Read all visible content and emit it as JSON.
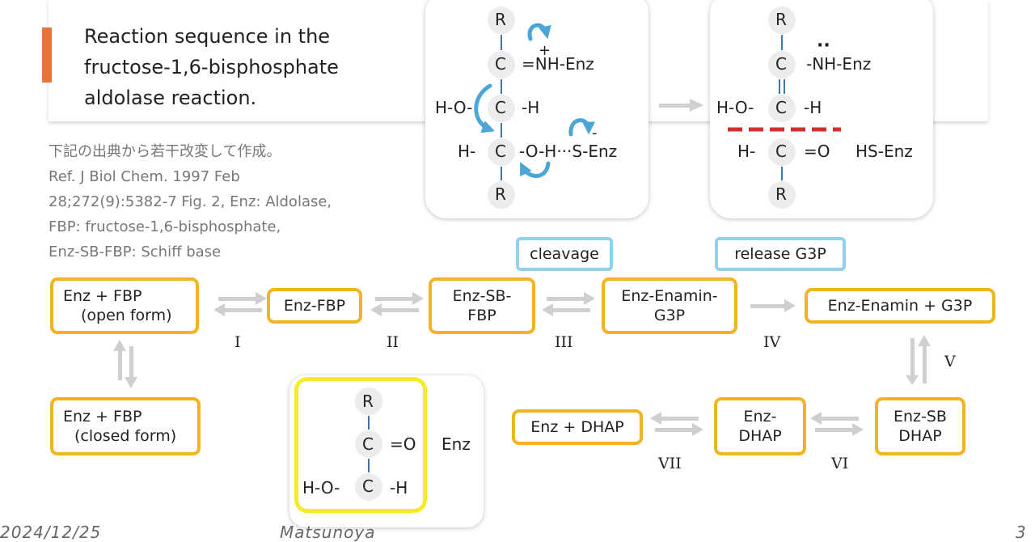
{
  "title": {
    "line1": "Reaction sequence in the",
    "line2": "fructose-1,6-bisphosphate",
    "line3": "aldolase reaction."
  },
  "reference": {
    "line1": "下記の出典から若干改変して作成。",
    "line2": "Ref. J Biol Chem. 1997 Feb",
    "line3": "28;272(9):5382-7 Fig. 2, Enz: Aldolase,",
    "line4": "FBP: fructose-1,6-bisphosphate,",
    "line5": "Enz-SB-FBP: Schiff base"
  },
  "mechanism_left": {
    "r_top": "R",
    "c1": "C",
    "plus": "+",
    "nh_enz": "=NH-Enz",
    "ho": "H-O-",
    "c2": "C",
    "h2": "-H",
    "h3": "H-",
    "c3": "C",
    "oh": "-O-H···S-Enz",
    "minus": "-",
    "r_bottom": "R"
  },
  "mechanism_right": {
    "r_top": "R",
    "c1": "C",
    "dots": "··",
    "nh_enz": "-NH-Enz",
    "double_bond": "=",
    "ho": "H-O-",
    "c2": "C",
    "h2": "-H",
    "h3": "H-",
    "c3": "C",
    "o3": "=O",
    "hs_enz": "HS-Enz",
    "r_bottom": "R"
  },
  "tags": {
    "cleavage": "cleavage",
    "release": "release G3P"
  },
  "nodes": {
    "enz_fbp_open": {
      "line1": "Enz + FBP",
      "line2": "(open form)"
    },
    "enz_fbp": "Enz-FBP",
    "enz_sb_fbp": {
      "line1": "Enz-SB-",
      "line2": "FBP"
    },
    "enz_enamin_g3p": {
      "line1": "Enz-Enamin-",
      "line2": "G3P"
    },
    "enz_enamin_plus_g3p": "Enz-Enamin + G3P",
    "enz_fbp_closed": {
      "line1": "Enz + FBP",
      "line2": "(closed form)"
    },
    "enz_dhap_plus": "Enz + DHAP",
    "enz_dhap": {
      "line1": "Enz-",
      "line2": "DHAP"
    },
    "enz_sb_dhap": {
      "line1": "Enz-SB",
      "line2": "DHAP"
    }
  },
  "steps": {
    "i": "I",
    "ii": "II",
    "iii": "III",
    "iv": "IV",
    "v": "V",
    "vi": "VI",
    "vii": "VII"
  },
  "dhap_structure": {
    "r": "R",
    "c1": "C",
    "o1": "=O",
    "ho": "H-O-",
    "c2": "C",
    "h2": "-H",
    "enz": "Enz"
  },
  "footer": {
    "date": "2024/12/25",
    "author": "Matsunoya",
    "page": "3"
  },
  "colors": {
    "accent": "#e8743b",
    "node_border": "#f2b422",
    "tag_border": "#8fd2ec",
    "arrow": "#cfcfcf",
    "curly_arrow": "#4aa6d6",
    "cleave_line": "#d92b2b",
    "highlight_border": "#f4ec2a"
  }
}
